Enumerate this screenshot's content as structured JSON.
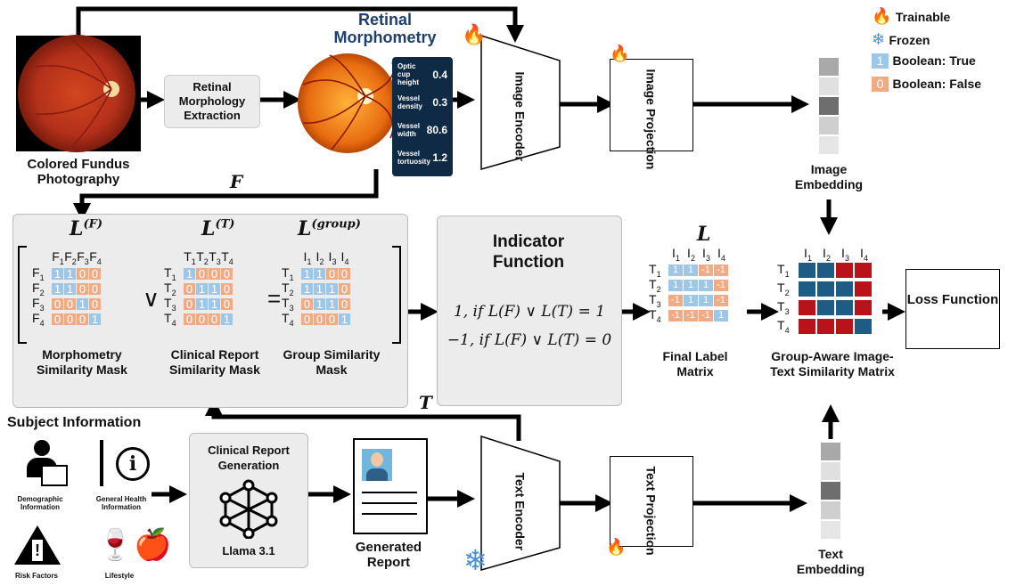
{
  "fundus": {
    "caption": "Colored Fundus Photography"
  },
  "extraction": {
    "label": "Retinal Morphology Extraction"
  },
  "morphometry": {
    "title": "Retinal Morphometry",
    "metrics": [
      {
        "name": "Optic cup height",
        "value": "0.4"
      },
      {
        "name": "Vessel density",
        "value": "0.3"
      },
      {
        "name": "Vessel width",
        "value": "80.6"
      },
      {
        "name": "Vessel tortuosity",
        "value": "1.2"
      }
    ]
  },
  "image_encoder": {
    "label": "Image Encoder"
  },
  "image_projection": {
    "label": "Image Projection"
  },
  "image_embedding": {
    "label": "Image Embedding"
  },
  "legend": {
    "trainable": "Trainable",
    "frozen": "Frozen",
    "true_value": "1",
    "true_label": "Boolean: True",
    "false_value": "0",
    "false_label": "Boolean: False"
  },
  "arrows": {
    "F": "F",
    "T": "T"
  },
  "masks": {
    "LF": "L",
    "LF_sup": "(F)",
    "LT": "L",
    "LT_sup": "(T)",
    "LG": "L",
    "LG_sup": "(group)",
    "or_symbol": "∨",
    "eq_symbol": "=",
    "morph_caption": "Morphometry Similarity Mask",
    "clinical_caption": "Clinical Report Similarity Mask",
    "group_caption": "Group Similarity Mask",
    "morph_cols": [
      "F1",
      "F2",
      "F3",
      "F4"
    ],
    "morph_rows": [
      "F1",
      "F2",
      "F3",
      "F4"
    ],
    "morph_values": [
      [
        "1",
        "1",
        "0",
        "0"
      ],
      [
        "1",
        "1",
        "0",
        "0"
      ],
      [
        "0",
        "0",
        "1",
        "0"
      ],
      [
        "0",
        "0",
        "0",
        "1"
      ]
    ],
    "clin_cols": [
      "T1",
      "T2",
      "T3",
      "T4"
    ],
    "clin_rows": [
      "T1",
      "T2",
      "T3",
      "T4"
    ],
    "clin_values": [
      [
        "1",
        "0",
        "0",
        "0"
      ],
      [
        "0",
        "1",
        "1",
        "0"
      ],
      [
        "0",
        "1",
        "1",
        "0"
      ],
      [
        "0",
        "0",
        "0",
        "1"
      ]
    ],
    "group_cols": [
      "I1",
      "I2",
      "I3",
      "I4"
    ],
    "group_rows": [
      "T1",
      "T2",
      "T3",
      "T4"
    ],
    "group_values": [
      [
        "1",
        "1",
        "0",
        "0"
      ],
      [
        "1",
        "1",
        "1",
        "0"
      ],
      [
        "0",
        "1",
        "1",
        "0"
      ],
      [
        "0",
        "0",
        "0",
        "1"
      ]
    ]
  },
  "indicator": {
    "title": "Indicator Function",
    "line1": "1, if L(F) ∨ L(T) = 1",
    "line2": "−1, if L(F) ∨ L(T) = 0"
  },
  "final_label": {
    "title": "L",
    "caption": "Final Label Matrix",
    "cols": [
      "I1",
      "I2",
      "I3",
      "I4"
    ],
    "rows": [
      "T1",
      "T2",
      "T3",
      "T4"
    ],
    "values": [
      [
        "1",
        "1",
        "-1",
        "-1"
      ],
      [
        "1",
        "1",
        "1",
        "-1"
      ],
      [
        "-1",
        "1",
        "1",
        "-1"
      ],
      [
        "-1",
        "-1",
        "-1",
        "1"
      ]
    ]
  },
  "similarity": {
    "caption": "Group-Aware Image-Text Similarity Matrix",
    "cols": [
      "I1",
      "I2",
      "I3",
      "I4"
    ],
    "rows": [
      "T1",
      "T2",
      "T3",
      "T4"
    ],
    "colors": [
      [
        "blue",
        "blue",
        "red",
        "red"
      ],
      [
        "blue",
        "blue",
        "blue",
        "red"
      ],
      [
        "red",
        "blue",
        "blue",
        "red"
      ],
      [
        "red",
        "red",
        "red",
        "blue"
      ]
    ]
  },
  "loss": {
    "label": "Loss Function"
  },
  "subject": {
    "title": "Subject Information",
    "items": [
      "Demographic Information",
      "General Health Information",
      "Risk Factors",
      "Lifestyle"
    ]
  },
  "clinical_gen": {
    "title": "Clinical Report Generation",
    "model": "Llama 3.1"
  },
  "report": {
    "caption": "Generated Report"
  },
  "text_encoder": {
    "label": "Text Encoder"
  },
  "text_projection": {
    "label": "Text Projection"
  },
  "text_embedding": {
    "label": "Text Embedding"
  },
  "colors": {
    "true_cell": "#9ec6e6",
    "false_cell": "#f1ab84",
    "sim_blue": "#1e5b85",
    "sim_red": "#b8121b",
    "flame": "#d81b1b",
    "snow": "#4a90d9",
    "panel": "#ececec",
    "morph_panel": "#0f2a44"
  }
}
